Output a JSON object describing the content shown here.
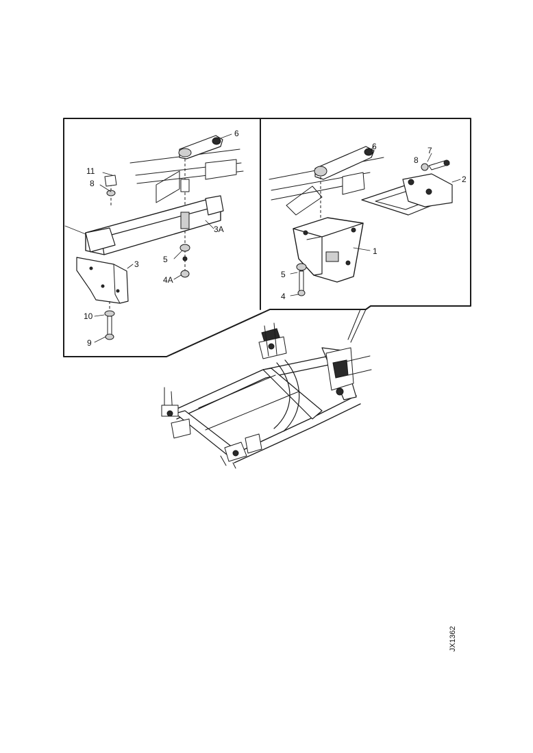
{
  "figure": {
    "reference_code": "JX1362",
    "left_panel": {
      "callouts": [
        "6",
        "11",
        "8",
        "3A",
        "5",
        "4A",
        "3",
        "10",
        "9"
      ]
    },
    "right_panel": {
      "callouts": [
        "6",
        "7",
        "8",
        "2",
        "1",
        "5",
        "4"
      ]
    }
  }
}
